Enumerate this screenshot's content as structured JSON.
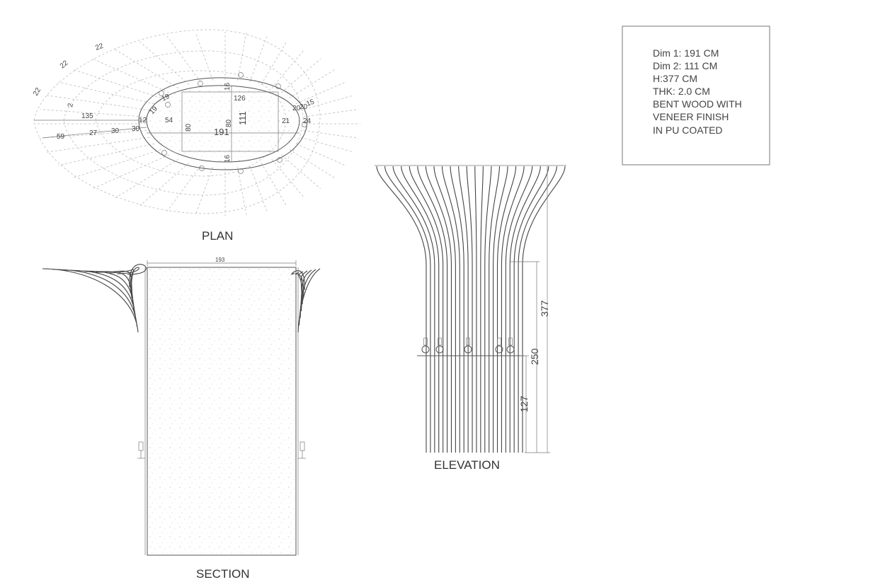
{
  "captions": {
    "plan": "PLAN",
    "section": "SECTION",
    "elevation": "ELEVATION"
  },
  "spec_box": {
    "lines": [
      "Dim 1: 191 CM",
      "Dim 2: 111 CM",
      "H:377 CM",
      "THK: 2.0 CM",
      "BENT WOOD WITH",
      "VENEER FINISH",
      "IN PU COATED"
    ]
  },
  "plan_dims": {
    "d22a": "22",
    "d22b": "22",
    "d22c": "22",
    "d2": "2",
    "d135": "135",
    "d59": "59",
    "d27": "27",
    "d30a": "30",
    "d30b": "30",
    "d12": "12",
    "d19a": "19",
    "d19b": "19",
    "d54": "54",
    "d80a": "80",
    "d80b": "80",
    "d126": "126",
    "d16a": "16",
    "d16b": "16",
    "d111": "111",
    "d191": "191",
    "d21": "21",
    "d20a": "20",
    "d20b": "20",
    "d15": "15",
    "d24": "24"
  },
  "section_dims": {
    "width": "193"
  },
  "elevation_dims": {
    "total": "377",
    "mid": "250",
    "low": "127"
  }
}
